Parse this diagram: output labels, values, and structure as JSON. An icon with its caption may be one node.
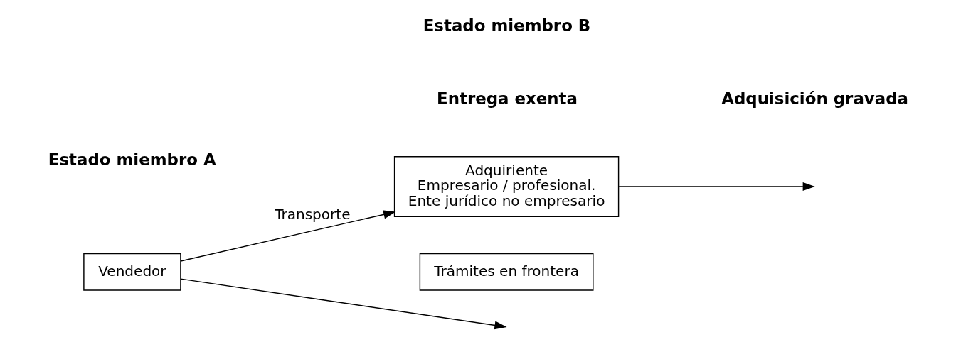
{
  "diagram": {
    "nodes": [
      {
        "text": [
          "Vendedor"
        ]
      },
      {
        "text": [
          "Adquiriente",
          "Empresario / profesional.",
          "Ente jurídico no empresario"
        ]
      },
      {
        "text": [
          "Trámites en frontera"
        ]
      }
    ],
    "edges": [
      {
        "from": 0,
        "to": 1,
        "arrow": "to",
        "label": "Transporte"
      },
      {
        "from": 0,
        "to": null,
        "arrow": "to"
      },
      {
        "from": 1,
        "to": null,
        "arrow": "to"
      }
    ],
    "labels": [
      "Estado miembro A",
      "Estado miembro B",
      "Entrega exenta",
      "Adquisición gravada"
    ]
  }
}
